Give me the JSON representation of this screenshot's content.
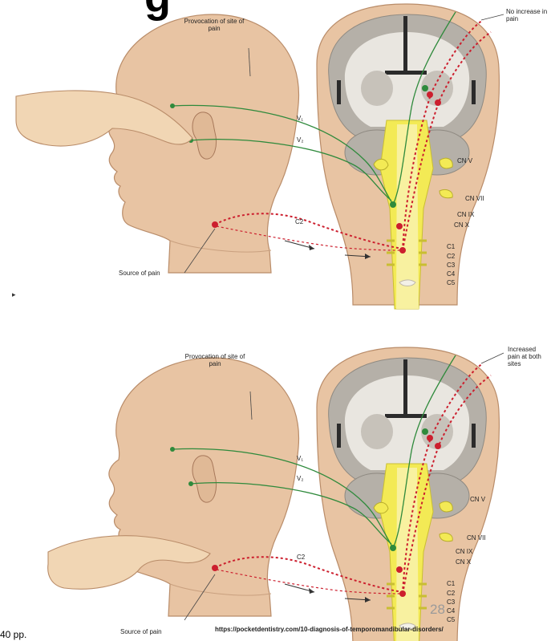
{
  "title_fragment": "g",
  "panel_top": {
    "provocation_label": "Provocation of site of pain",
    "result_label": "No increase in pain",
    "source_label": "Source of pain"
  },
  "panel_bottom": {
    "provocation_label": "Provocation of site of pain",
    "result_label": "Increased pain at both sites",
    "source_label": "Source of pain"
  },
  "nerve_labels": {
    "v1": "V₁",
    "v2": "V₂",
    "c2": "C2",
    "cn_v": "CN V",
    "cn_vii": "CN VII",
    "cn_ix": "CN IX",
    "cn_x": "CN X",
    "c1": "C1",
    "c2_spine": "C2",
    "c3": "C3",
    "c4": "C4",
    "c5": "C5"
  },
  "side_mark": "▸",
  "page_number": "28",
  "source_url": "https://pocketdentistry.com/10-diagnosis-of-temporomandibular-disorders/",
  "footnote": "40 pp.",
  "colors": {
    "skin": "#e8c4a3",
    "brain_gray": "#b5b0a8",
    "brain_white": "#e9e6e0",
    "spinal_yellow": "#f3ea55",
    "nerve_green": "#2f8a3c",
    "pain_red": "#cc1f2e"
  }
}
